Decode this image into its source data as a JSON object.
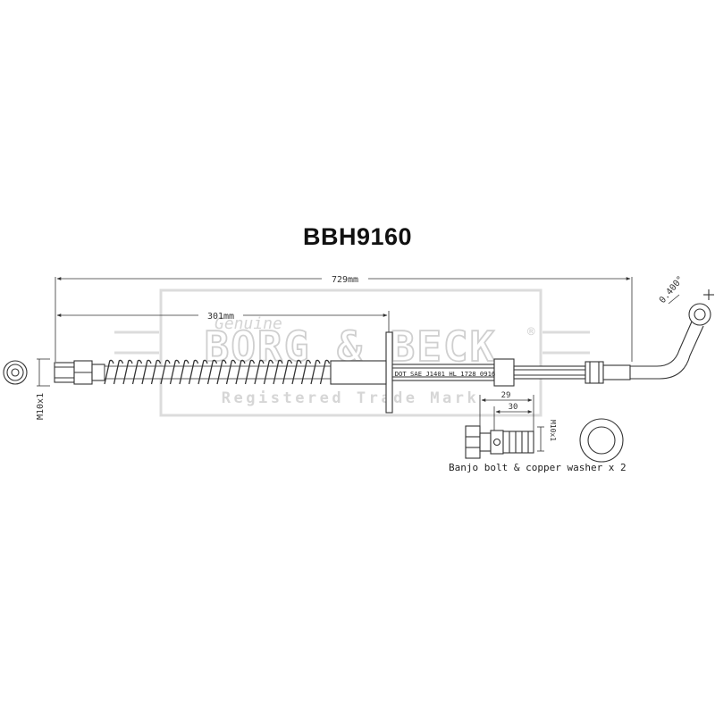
{
  "title": "BBH9160",
  "dimensions": {
    "overall_length": "729mm",
    "bracket_position": "301mm",
    "thread_size": "M10x1",
    "angle": "0.400°",
    "bolt_len_a": "29",
    "bolt_len_b": "30",
    "bolt_thread": "M10x1"
  },
  "hose_marking": "DOT SAE J1401 HL 1728 0916",
  "watermark": {
    "brand": "BORG & BECK",
    "script_word": "Genuine",
    "registered_mark": "®",
    "tagline": "Registered Trade Mark"
  },
  "parts_note": "Banjo bolt & copper washer x 2",
  "colors": {
    "line": "#333333",
    "watermark": "#d4d4d4",
    "title": "#111111"
  }
}
